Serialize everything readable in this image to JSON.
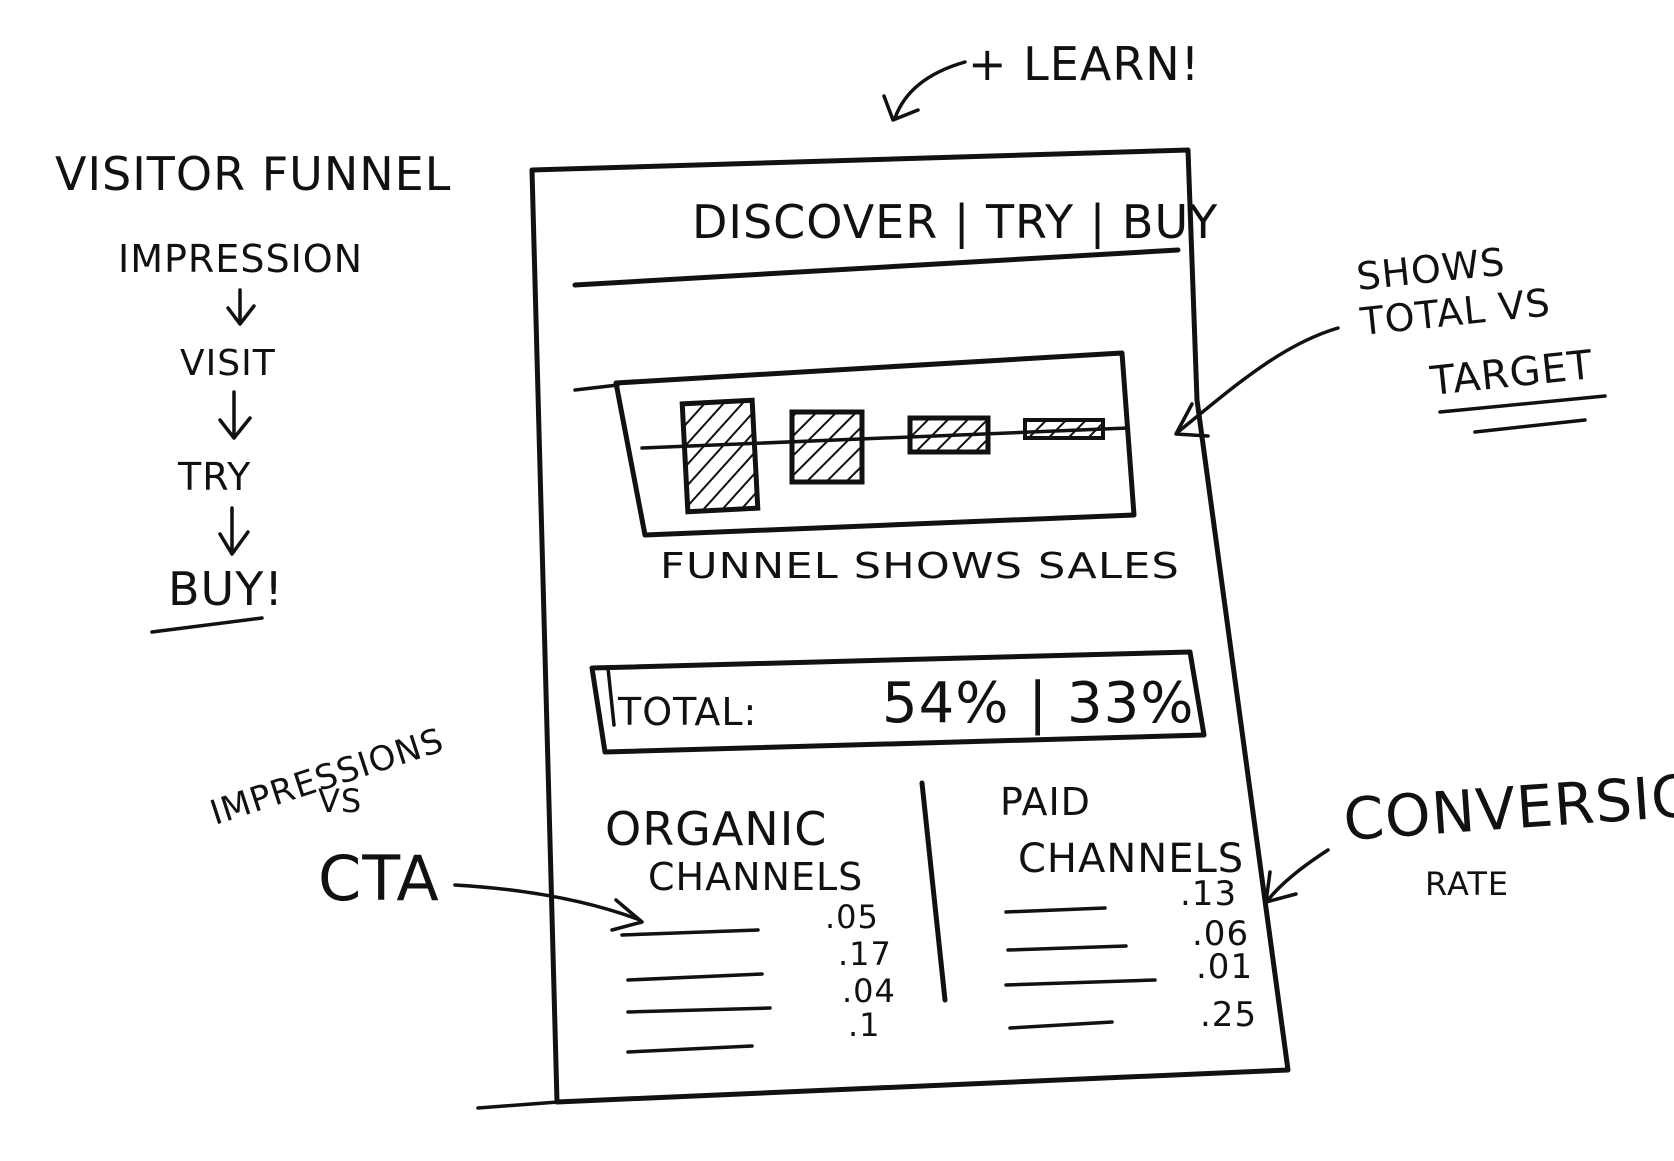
{
  "colors": {
    "ink": "#111111",
    "paper": "#ffffff"
  },
  "left_notes": {
    "title": "Visitor Funnel",
    "steps": [
      "Impression",
      "Visit",
      "Try",
      "Buy!"
    ],
    "impressions_note_line1": "Impressions",
    "impressions_note_line2": "vs",
    "impressions_note_line3": "CTA"
  },
  "top_note": {
    "text": "+ Learn!"
  },
  "right_notes": {
    "shows_line1": "Shows",
    "shows_line2": "Total vs",
    "shows_line3": "Target",
    "conversion_line1": "Conversion",
    "conversion_line2": "Rate"
  },
  "mockup": {
    "header_title": "Discover | Try | Buy",
    "funnel_caption": "Funnel Shows Sales",
    "total_label": "Total:",
    "total_values": "54% | 33%",
    "organic": {
      "title_line1": "Organic",
      "title_line2": "Channels",
      "rates": [
        ".05",
        ".17",
        ".04",
        ".1"
      ]
    },
    "paid": {
      "title_line1": "Paid",
      "title_line2": "Channels",
      "rates": [
        ".13",
        ".06",
        ".01",
        ".25"
      ]
    }
  }
}
